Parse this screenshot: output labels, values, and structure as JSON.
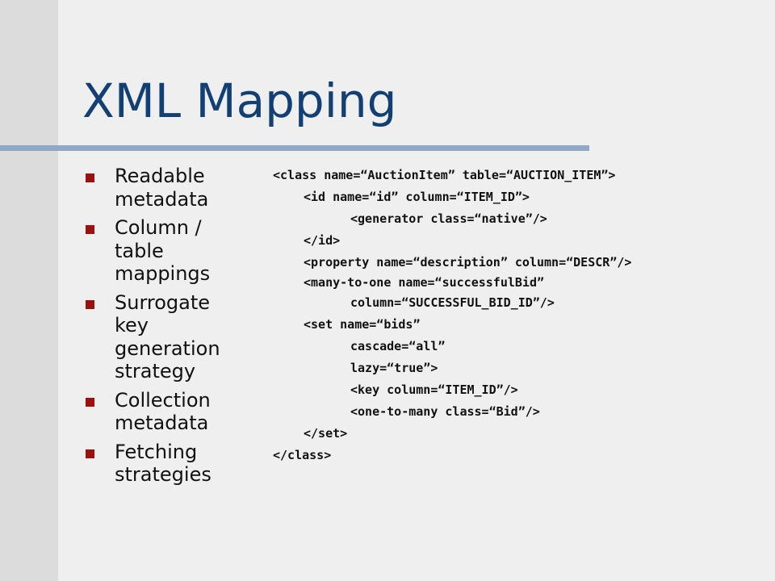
{
  "slide": {
    "title": "XML Mapping",
    "bullets": [
      "Readable metadata",
      "Column / table mappings",
      "Surrogate key generation strategy",
      "Collection metadata",
      "Fetching strategies"
    ],
    "code_lines": [
      "<class name=“AuctionItem” table=“AUCTION_ITEM”>",
      "<id name=“id” column=“ITEM_ID”>",
      "<generator class=“native”/>",
      "</id>",
      "<property name=“description” column=“DESCR”/>",
      "<many-to-one name=“successfulBid”",
      "column=“SUCCESSFUL_BID_ID”/>",
      "<set name=“bids”",
      "cascade=“all”",
      "lazy=“true”>",
      "<key column=“ITEM_ID”/>",
      "<one-to-many class=“Bid”/>",
      "</set>",
      "</class>"
    ]
  },
  "colors": {
    "title": "#123f74",
    "rule": "#8ea8c5",
    "bullet_marker": "#9c1010",
    "background": "#efefef",
    "left_stripe": "#dcdcdc"
  }
}
